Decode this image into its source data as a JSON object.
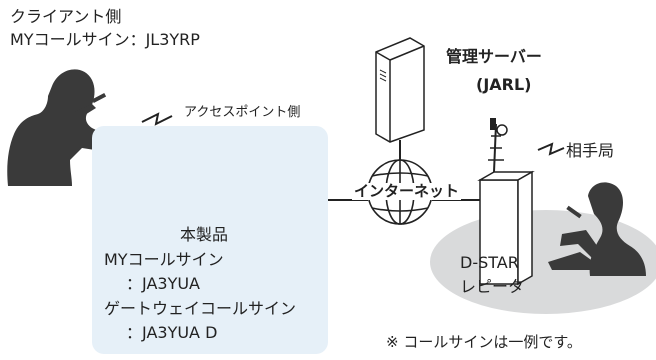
{
  "client": {
    "title": "クライアント側",
    "my_callsign": "MYコールサイン：JL3YRP"
  },
  "access_point": {
    "title": "アクセスポイント側",
    "device_label": "本製品",
    "my_callsign_label": "MYコールサイン",
    "my_callsign_value": "：JA3YUA",
    "gateway_callsign_label": "ゲートウェイコールサイン",
    "gateway_callsign_value": "：JA3YUA D"
  },
  "server": {
    "title": "管理サーバー",
    "subtitle": "(JARL)"
  },
  "internet": {
    "label": "インターネット"
  },
  "repeater": {
    "line1": "D-STAR",
    "line2": "レピータ"
  },
  "partner": {
    "label": "相手局"
  },
  "note": "※ コールサインは一例です。",
  "colors": {
    "ap_background": "#e6f0f8",
    "ellipse": "#d9dadb",
    "silhouette": "#3a3a3a",
    "line": "#222222",
    "text": "#222222"
  },
  "icons": [
    "person-silhouette-icon",
    "wireless-signal-icon",
    "radio-transceiver-icon",
    "server-icon",
    "globe-icon",
    "repeater-tower-icon"
  ]
}
